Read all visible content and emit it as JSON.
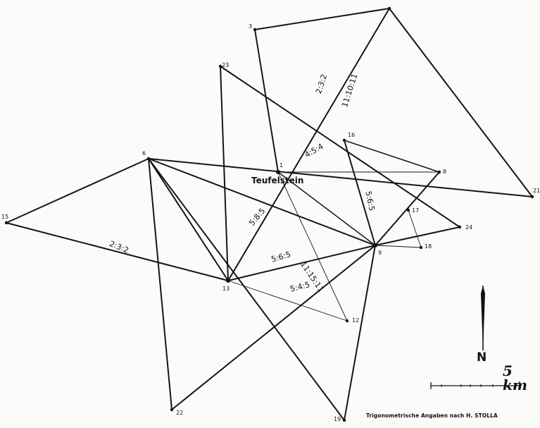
{
  "main_station": "Teufelstein",
  "points": [
    {
      "id": "1",
      "label": "1"
    },
    {
      "id": "3",
      "label": "3"
    },
    {
      "id": "top",
      "label": ""
    },
    {
      "id": "23",
      "label": "23"
    },
    {
      "id": "6",
      "label": "6"
    },
    {
      "id": "15",
      "label": "15"
    },
    {
      "id": "13",
      "label": "13"
    },
    {
      "id": "9",
      "label": "9"
    },
    {
      "id": "16",
      "label": "16"
    },
    {
      "id": "8",
      "label": "8"
    },
    {
      "id": "21",
      "label": "21"
    },
    {
      "id": "17",
      "label": "17"
    },
    {
      "id": "24",
      "label": "24"
    },
    {
      "id": "18",
      "label": "18"
    },
    {
      "id": "12",
      "label": "12"
    },
    {
      "id": "22",
      "label": "22"
    },
    {
      "id": "19",
      "label": "19"
    }
  ],
  "edges": [
    {
      "from": "3",
      "to": "top",
      "weight": "heavy"
    },
    {
      "from": "3",
      "to": "1",
      "weight": "heavy"
    },
    {
      "from": "top",
      "to": "13",
      "weight": "heavy"
    },
    {
      "from": "top",
      "to": "21",
      "weight": "heavy"
    },
    {
      "from": "23",
      "to": "13",
      "weight": "heavy"
    },
    {
      "from": "23",
      "to": "24",
      "weight": "heavy"
    },
    {
      "from": "6",
      "to": "15",
      "weight": "heavy"
    },
    {
      "from": "15",
      "to": "13",
      "weight": "heavy"
    },
    {
      "from": "6",
      "to": "13",
      "weight": "heavy"
    },
    {
      "from": "6",
      "to": "22",
      "weight": "heavy"
    },
    {
      "from": "6",
      "to": "21",
      "weight": "heavy"
    },
    {
      "from": "6",
      "to": "9",
      "weight": "heavy"
    },
    {
      "from": "6",
      "to": "19",
      "weight": "heavy"
    },
    {
      "from": "1",
      "to": "9",
      "weight": "medium"
    },
    {
      "from": "1",
      "to": "8",
      "weight": "light"
    },
    {
      "from": "1",
      "to": "12",
      "weight": "light"
    },
    {
      "from": "13",
      "to": "9",
      "weight": "heavy"
    },
    {
      "from": "13",
      "to": "12",
      "weight": "light"
    },
    {
      "from": "16",
      "to": "8",
      "weight": "medium"
    },
    {
      "from": "16",
      "to": "9",
      "weight": "heavy"
    },
    {
      "from": "8",
      "to": "9",
      "weight": "heavy"
    },
    {
      "from": "9",
      "to": "24",
      "weight": "heavy"
    },
    {
      "from": "9",
      "to": "18",
      "weight": "light"
    },
    {
      "from": "17",
      "to": "18",
      "weight": "light"
    },
    {
      "from": "9",
      "to": "22",
      "weight": "heavy"
    },
    {
      "from": "9",
      "to": "19",
      "weight": "heavy"
    }
  ],
  "ratios": [
    {
      "id": "r-top-left",
      "text": "2:3:2"
    },
    {
      "id": "r-top-right",
      "text": "11:10:11"
    },
    {
      "id": "r-upper",
      "text": "4:5:4"
    },
    {
      "id": "r-right",
      "text": "5:6:5"
    },
    {
      "id": "r-left",
      "text": "2:3:2"
    },
    {
      "id": "r-center-diag",
      "text": "5:8:5"
    },
    {
      "id": "r-center",
      "text": "5:6:5"
    },
    {
      "id": "r-lower",
      "text": "5:4:5"
    },
    {
      "id": "r-long",
      "text": "11:15:11"
    }
  ],
  "north_arrow": {
    "letter": "N"
  },
  "scale_bar": {
    "label": "5 km"
  },
  "credit": "Trigonometrische Angaben nach H. STOLLA"
}
